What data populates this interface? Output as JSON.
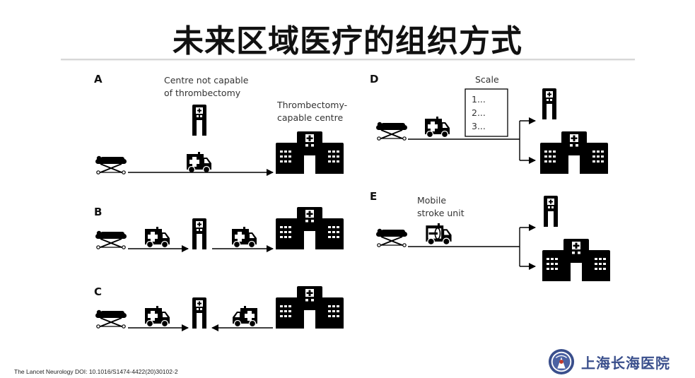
{
  "title": "未来区域医疗的组织方式",
  "panels": {
    "A": {
      "letter": "A",
      "label_small_centre_line1": "Centre not capable",
      "label_small_centre_line2": "of thrombectomy",
      "label_large_centre_line1": "Thrombectomy-",
      "label_large_centre_line2": "capable centre"
    },
    "B": {
      "letter": "B"
    },
    "C": {
      "letter": "C"
    },
    "D": {
      "letter": "D",
      "scale_label": "Scale",
      "scale_items": [
        "1...",
        "2...",
        "3..."
      ]
    },
    "E": {
      "letter": "E",
      "unit_label_line1": "Mobile",
      "unit_label_line2": "stroke unit"
    }
  },
  "icons": {
    "stretcher": "stretcher-icon",
    "ambulance": "ambulance-icon",
    "mobile_stroke_unit": "mobile-stroke-unit-icon",
    "small_centre": "small-hospital-icon",
    "large_centre": "large-hospital-icon"
  },
  "footer": {
    "citation": "The Lancet Neurology DOI: 10.1016/S1474-4422(20)30102-2",
    "hospital_name": "上海长海医院"
  },
  "colors": {
    "icon": "#000000",
    "text": "#222222",
    "hospital_brand": "#3a4f8c"
  }
}
